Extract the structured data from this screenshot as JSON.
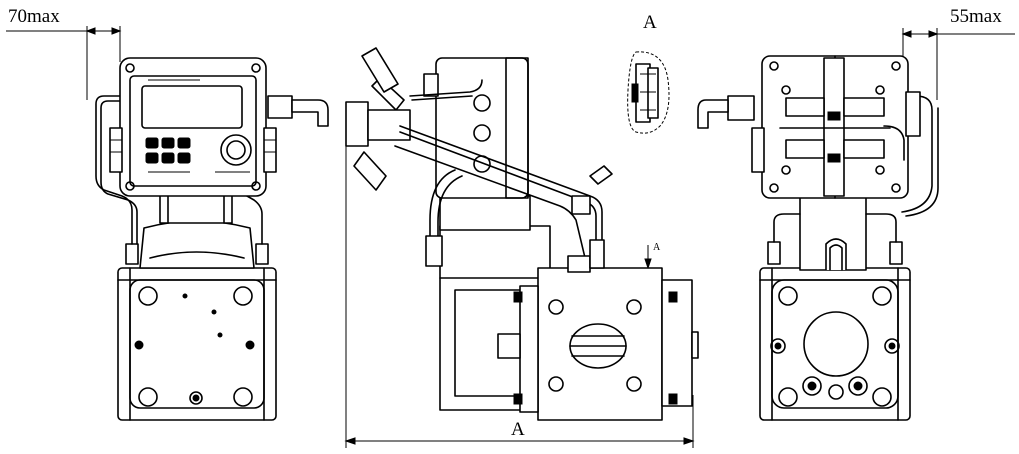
{
  "labels": {
    "left_dim": "70max",
    "right_dim": "55max",
    "view_marker": "A",
    "bottom_dim": "A",
    "arrow_marker": "A"
  }
}
